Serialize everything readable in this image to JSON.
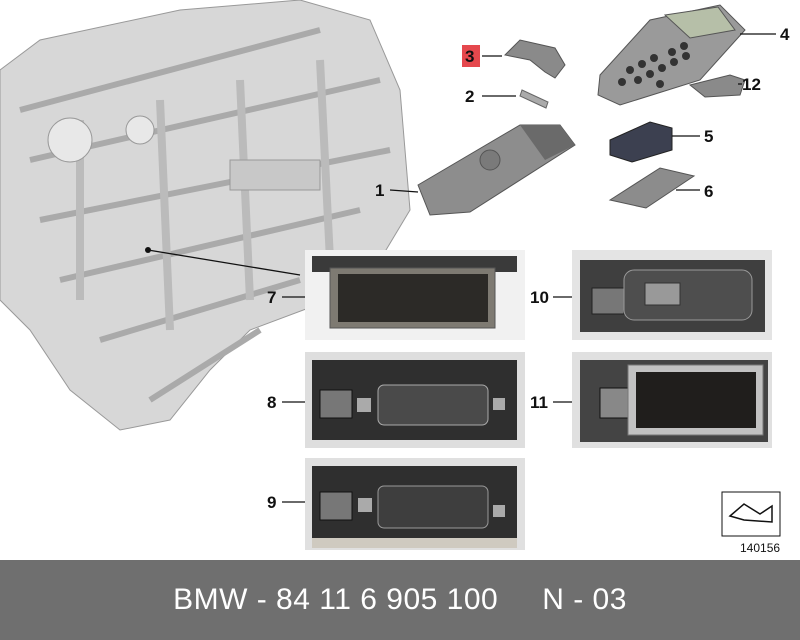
{
  "callouts": {
    "c1": "1",
    "c2": "2",
    "c3": "3",
    "c4": "4",
    "c5": "5",
    "c6": "6",
    "c7": "7",
    "c8": "8",
    "c9": "9",
    "c10": "10",
    "c11": "11",
    "c12": "12"
  },
  "reference_number": "140156",
  "footer": {
    "part": "BMW - 84 11 6 905 100",
    "code": "N - 03"
  },
  "colors": {
    "highlight": "#e5484d",
    "footer_bg": "#6f6f6f"
  }
}
